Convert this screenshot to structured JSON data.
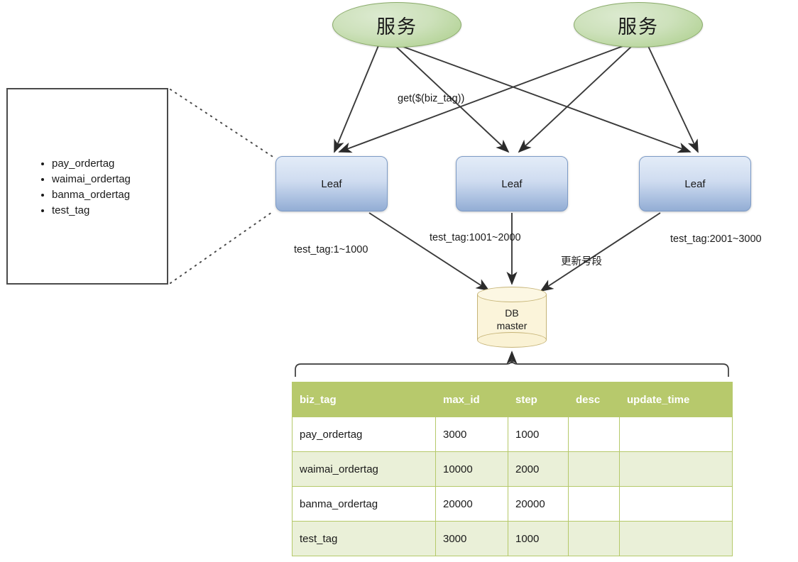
{
  "diagram": {
    "services": [
      {
        "id": "service-a",
        "label": "服务"
      },
      {
        "id": "service-b",
        "label": "服务"
      }
    ],
    "leaves": [
      {
        "id": "leaf-1",
        "label": "Leaf"
      },
      {
        "id": "leaf-2",
        "label": "Leaf"
      },
      {
        "id": "leaf-3",
        "label": "Leaf"
      }
    ],
    "database": {
      "line1": "DB",
      "line2": "master"
    },
    "edge_labels": {
      "get_call": "get($(biz_tag))",
      "range_left": "test_tag:1~1000",
      "range_middle": "test_tag:1001~2000",
      "range_right": "test_tag:2001~3000",
      "update_segment": "更新号段"
    },
    "callout": {
      "items": [
        "pay_ordertag",
        "waimai_ordertag",
        "banma_ordertag",
        "test_tag"
      ]
    },
    "colors": {
      "service_fill": "#cde1bb",
      "service_stroke": "#8aab6a",
      "leaf_fill_top": "#e3ecf8",
      "leaf_fill_bottom": "#93add4",
      "leaf_stroke": "#7d9bc6",
      "db_fill": "#fbf4da",
      "db_stroke": "#c6b477",
      "table_header": "#b7c96c",
      "table_row_alt": "#eaf0d8",
      "edge_stroke": "#3a3a3a"
    }
  },
  "table": {
    "columns": [
      "biz_tag",
      "max_id",
      "step",
      "desc",
      "update_time"
    ],
    "rows": [
      {
        "biz_tag": "pay_ordertag",
        "max_id": "3000",
        "step": "1000",
        "desc": "",
        "update_time": ""
      },
      {
        "biz_tag": "waimai_ordertag",
        "max_id": "10000",
        "step": "2000",
        "desc": "",
        "update_time": ""
      },
      {
        "biz_tag": "banma_ordertag",
        "max_id": "20000",
        "step": "20000",
        "desc": "",
        "update_time": ""
      },
      {
        "biz_tag": "test_tag",
        "max_id": "3000",
        "step": "1000",
        "desc": "",
        "update_time": ""
      }
    ]
  }
}
